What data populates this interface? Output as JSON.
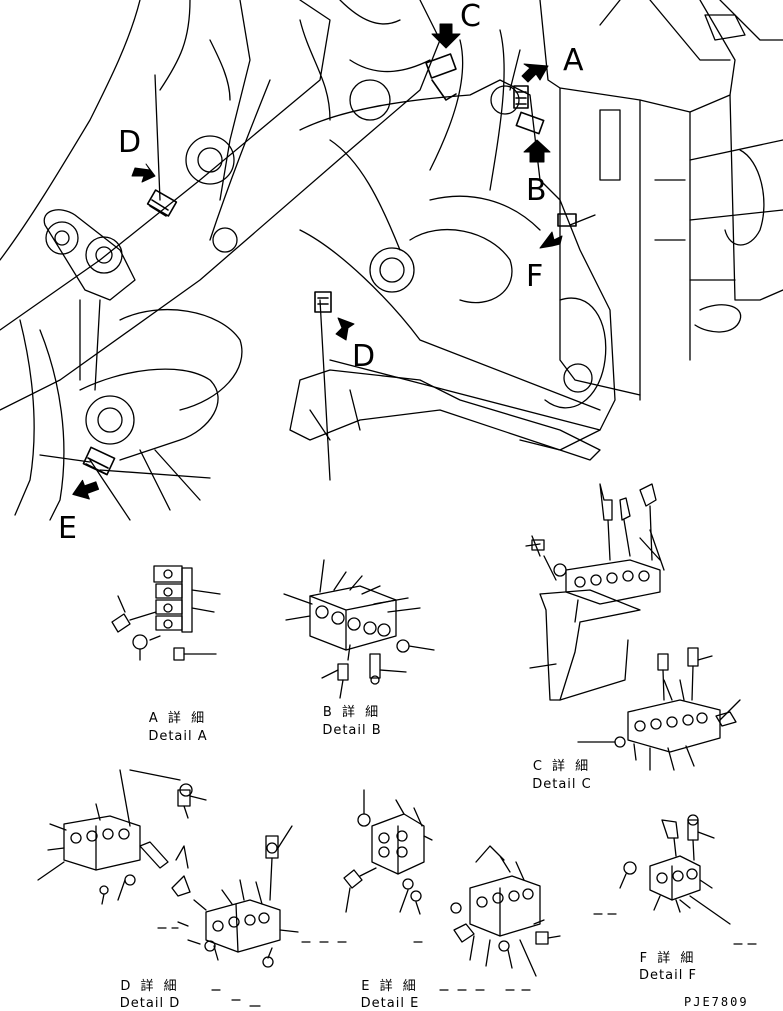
{
  "drawing": {
    "view_labels": [
      "A",
      "B",
      "C",
      "D",
      "E",
      "F",
      "D"
    ],
    "details": [
      {
        "jp": "A 詳 細",
        "en": "Detail A"
      },
      {
        "jp": "B 詳 細",
        "en": "Detail B"
      },
      {
        "jp": "C 詳 細",
        "en": "Detail C"
      },
      {
        "jp": "D 詳 細",
        "en": "Detail D"
      },
      {
        "jp": "E 詳 細",
        "en": "Detail E"
      },
      {
        "jp": "F 詳 細",
        "en": "Detail F"
      }
    ],
    "drawing_code": "PJE7809"
  }
}
